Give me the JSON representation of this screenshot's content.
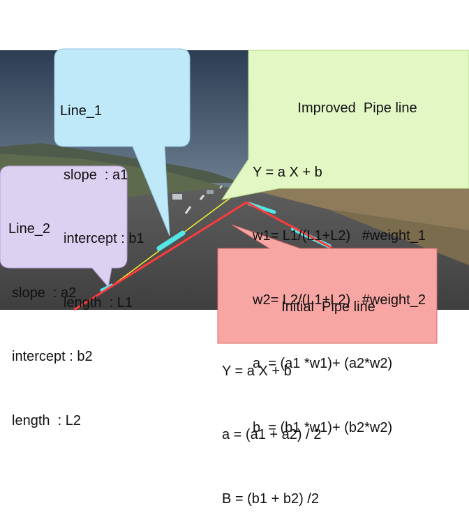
{
  "colors": {
    "line1_fill": "#bfe9f9",
    "line2_fill": "#ddd1f2",
    "improved_fill": "#e3f7c4",
    "initial_fill": "#f8a6a4",
    "initial_line": "#ff3b3b",
    "improved_line": "#f2f230",
    "detected_segment": "#54e6e6"
  },
  "line1": {
    "title": "Line_1",
    "rows": [
      "slope  : a1",
      "intercept : b1",
      "length  : L1"
    ]
  },
  "line2": {
    "title": "Line_2",
    "rows": [
      "slope  : a2",
      "intercept : b2",
      "length  : L2"
    ]
  },
  "improved": {
    "title": "Improved  Pipe line",
    "rows": [
      "Y = a X + b",
      "w1= L1/(L1+L2)   #weight_1",
      "w2= L2/(L1+L2)   #weight_2",
      "a  = (a1 *w1)+ (a2*w2)",
      "b  = (b1 *w1)+ (b2*w2)"
    ]
  },
  "initial": {
    "title": "Initial  Pipe line",
    "rows": [
      "Y = a X + b",
      "a = (a1 + a2) / 2",
      "B = (b1 + b2) /2"
    ]
  }
}
